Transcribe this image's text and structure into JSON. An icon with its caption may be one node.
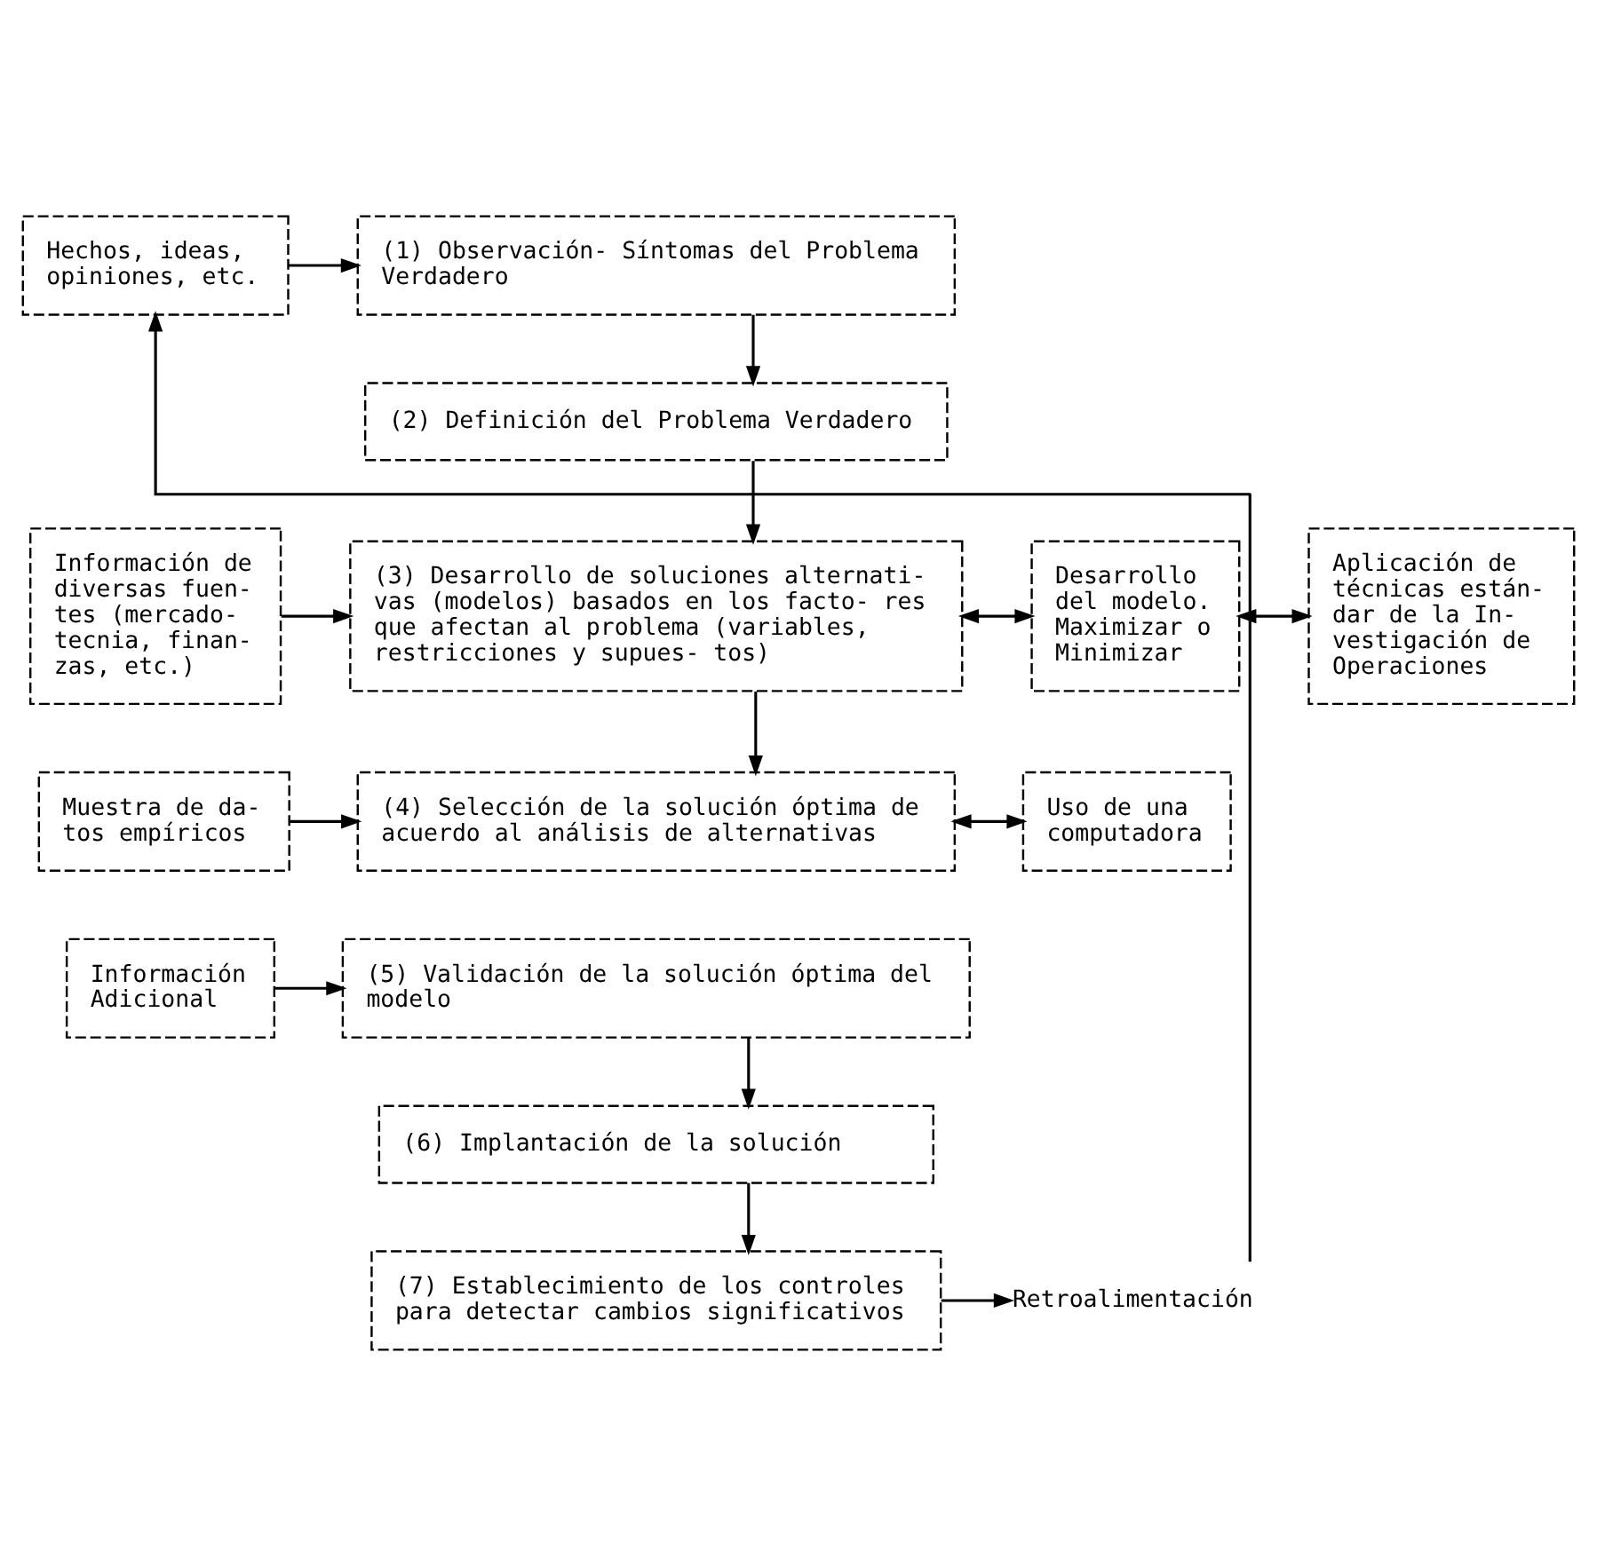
{
  "diagram": {
    "nodes": [
      {
        "text": [
          "Hechos, ideas, opiniones, etc."
        ]
      },
      {
        "text": [
          "(1) Observación- Síntomas del Problema Verdadero"
        ]
      },
      {
        "text": [
          "(2) Definición del Problema Verdadero"
        ]
      },
      {
        "text": [
          "Información de diversas fuen- tes (mercado- tecnia, finan- zas, etc.)"
        ]
      },
      {
        "text": [
          "(3) Desarrollo de soluciones alternati- vas (modelos) basados en los facto- res que afectan al problema (variables, restricciones y supues- tos)"
        ]
      },
      {
        "text": [
          "Desarrollo del modelo. Maximizar o Minimizar"
        ]
      },
      {
        "text": [
          "Aplicación de técnicas están- dar de la In- vestigación de Operaciones"
        ]
      },
      {
        "text": [
          "Muestra de da- tos empíricos"
        ]
      },
      {
        "text": [
          "(4) Selección de la solución óptima de acuerdo al análisis de alternativas"
        ]
      },
      {
        "text": [
          "Uso de una computadora"
        ]
      },
      {
        "text": [
          "Información Adicional"
        ]
      },
      {
        "text": [
          "(5) Validación de la solución óptima del modelo"
        ]
      },
      {
        "text": [
          "(6) Implantación de la solución"
        ]
      },
      {
        "text": [
          "(7) Establecimiento de los controles para detectar cambios significativos"
        ]
      },
      {
        "text": [
          "Retroalimentación"
        ]
      }
    ],
    "edges": [
      {
        "from": 0,
        "to": 1,
        "arrow": "to"
      },
      {
        "from": 1,
        "to": 2,
        "arrow": "to"
      },
      {
        "from": 2,
        "to": 4,
        "arrow": "to"
      },
      {
        "from": 3,
        "to": 4,
        "arrow": "to"
      },
      {
        "from": 4,
        "to": 5,
        "arrow": "both"
      },
      {
        "from": 5,
        "to": 6,
        "arrow": "both"
      },
      {
        "from": 4,
        "to": 8,
        "arrow": "to"
      },
      {
        "from": 7,
        "to": 8,
        "arrow": "to"
      },
      {
        "from": 8,
        "to": 9,
        "arrow": "both"
      },
      {
        "from": 10,
        "to": 11,
        "arrow": "to"
      },
      {
        "from": 11,
        "to": 12,
        "arrow": "to"
      },
      {
        "from": 12,
        "to": 13,
        "arrow": "to"
      },
      {
        "from": 13,
        "to": 14,
        "arrow": "to"
      },
      {
        "from": 14,
        "to": 0,
        "arrow": "to"
      }
    ]
  }
}
